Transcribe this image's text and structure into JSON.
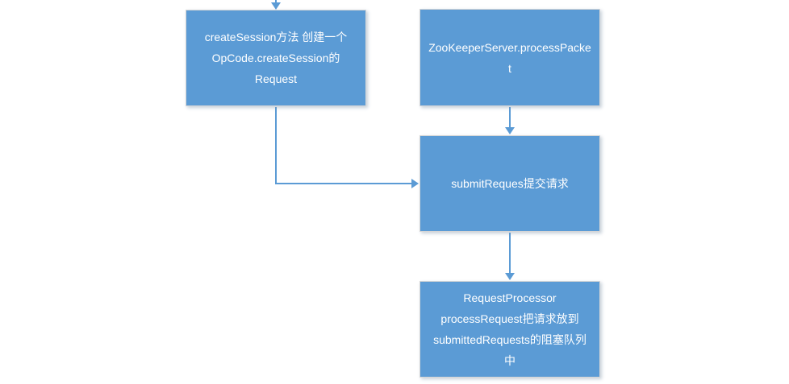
{
  "diagram": {
    "type": "flowchart",
    "colors": {
      "node_fill": "#5b9bd5",
      "node_border": "#d6d6d6",
      "node_text": "#ffffff",
      "connector": "#5b9bd5",
      "background": "#ffffff"
    },
    "nodes": [
      {
        "id": "create-session",
        "text": "createSession方法 创建一个\nOpCode.createSession的\nRequest"
      },
      {
        "id": "process-packet",
        "text": "ZooKeeperServer.processPacke\nt"
      },
      {
        "id": "submit-request",
        "text": "submitReques提交请求"
      },
      {
        "id": "request-processor",
        "text": "RequestProcessor\nprocessRequest把请求放到\nsubmittedRequests的阻塞队列\n中"
      }
    ],
    "connectors": [
      {
        "from": "offscreen-top",
        "to": "create-session",
        "style": "straight-down-arrow"
      },
      {
        "from": "create-session",
        "to": "submit-request",
        "style": "elbow-down-right-arrow"
      },
      {
        "from": "process-packet",
        "to": "submit-request",
        "style": "straight-down-arrow"
      },
      {
        "from": "submit-request",
        "to": "request-processor",
        "style": "straight-down-arrow"
      }
    ]
  }
}
